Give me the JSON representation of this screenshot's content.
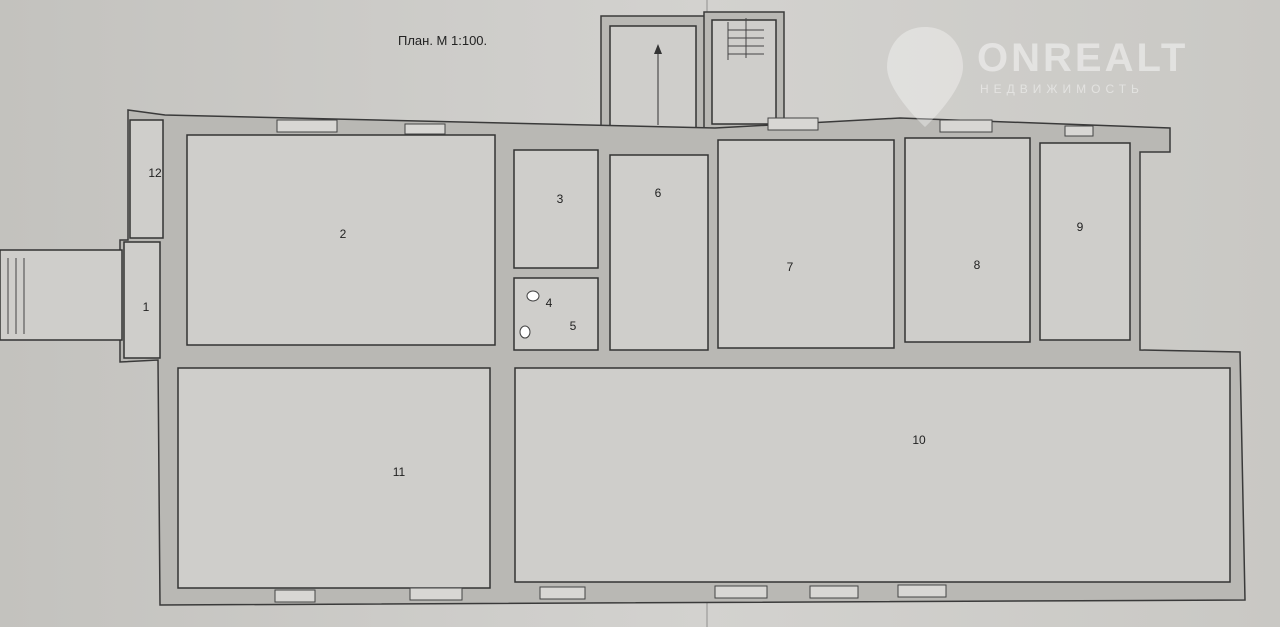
{
  "title": "План. М 1:100.",
  "watermark": {
    "brand": "ONREALT",
    "subtitle": "НЕДВИЖИМОСТЬ"
  },
  "rooms": {
    "r1": "1",
    "r2": "2",
    "r3": "3",
    "r4": "4",
    "r5": "5",
    "r6": "6",
    "r7": "7",
    "r8": "8",
    "r9": "9",
    "r10": "10",
    "r11": "11",
    "r12": "12"
  }
}
